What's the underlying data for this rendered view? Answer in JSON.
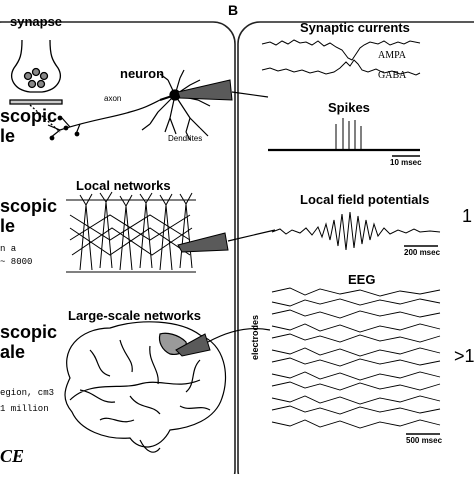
{
  "panel_a": {
    "synapse_label": "synapse",
    "neuron_label": "neuron",
    "axon_label": "axon",
    "dendrites_label": "Dendrites",
    "micro_title_1": "scopic",
    "micro_title_2": "le",
    "local_networks_label": "Local networks",
    "meso_title_1": "scopic",
    "meso_title_2": "le",
    "meso_note_1": "n a",
    "meso_note_2": "~ 8000",
    "large_scale_label": "Large-scale networks",
    "macro_title_1": "scopic",
    "macro_title_2": "ale",
    "macro_note_1": "egion, cm3",
    "macro_note_2": "1 million",
    "footer_glyph": "CE"
  },
  "panel_b": {
    "panel_letter": "B",
    "synaptic_title": "Synaptic currents",
    "ampa_label": "AMPA",
    "gaba_label": "GABA",
    "spikes_title": "Spikes",
    "spikes_scale": "10 msec",
    "lfp_title": "Local field potentials",
    "lfp_scale": "200 msec",
    "eeg_title": "EEG",
    "electrodes_label": "electrodes",
    "eeg_scale": "500 msec",
    "right_glyph_1": "1",
    "right_glyph_2": ">1"
  },
  "colors": {
    "ink": "#000000",
    "frame": "#222222",
    "cortex_patch": "#9a9a9a",
    "cone": "#5a5a5a"
  }
}
